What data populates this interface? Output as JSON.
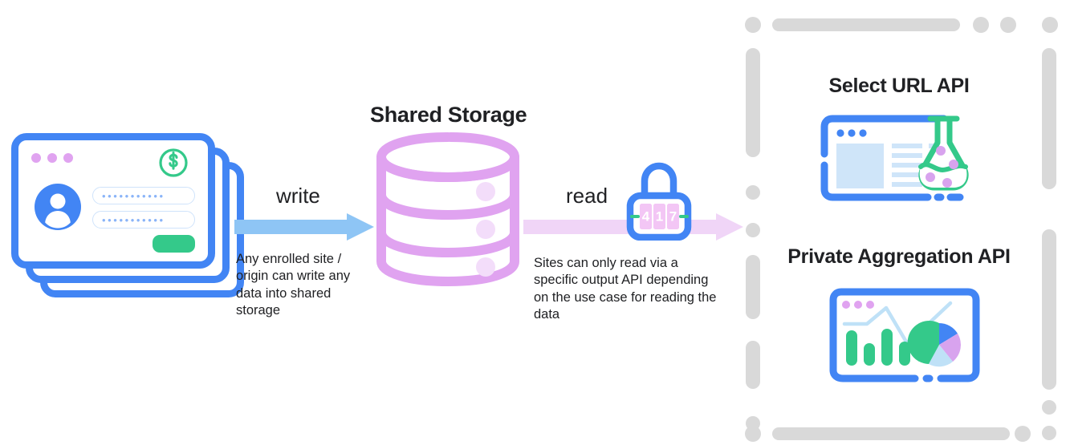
{
  "diagram": {
    "title_center": "Shared Storage",
    "write": {
      "label": "write",
      "caption": "Any enrolled site / origin can write any data into shared storage",
      "arrow_color": "#8ec5f5"
    },
    "read": {
      "label": "read",
      "caption": "Sites can only read via a specific output API depending on the use case for reading the data",
      "arrow_color": "#f0d5f7"
    },
    "lock": {
      "combination": "417",
      "digits": [
        "4",
        "1",
        "7"
      ]
    },
    "source": {
      "name": "browser-window-stack",
      "password_masked_1": "•••••••••••",
      "password_masked_2": "•••••••••••"
    },
    "apis": [
      {
        "name": "select-url-api",
        "label": "Select URL API"
      },
      {
        "name": "private-aggregation-api",
        "label": "Private Aggregation API"
      }
    ],
    "colors": {
      "blue": "#4285f4",
      "light_blue": "#8ec5f5",
      "purple": "#e0a3f0",
      "light_purple": "#f3ddfa",
      "green": "#34c98a",
      "gray_dash": "#d9d9d9",
      "text": "#202124"
    }
  }
}
